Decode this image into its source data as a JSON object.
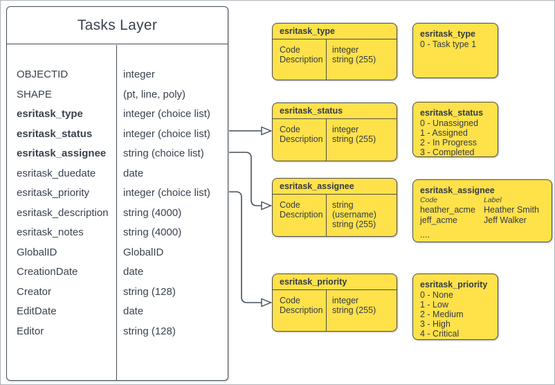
{
  "colors": {
    "shape_fill": "#ffe14a",
    "stroke": "#434d59",
    "ink": "#39424e"
  },
  "tasks_layer": {
    "title": "Tasks Layer",
    "fields": [
      {
        "name": "OBJECTID",
        "type": "integer"
      },
      {
        "name": "SHAPE",
        "type": "(pt, line, poly)"
      },
      {
        "name": "esritask_type",
        "type": "integer (choice list)"
      },
      {
        "name": "esritask_status",
        "type": "integer (choice list)"
      },
      {
        "name": "esritask_assignee",
        "type": "string (choice list)"
      },
      {
        "name": "esritask_duedate",
        "type": "date"
      },
      {
        "name": "esritask_priority",
        "type": "integer (choice list)"
      },
      {
        "name": "esritask_description",
        "type": "string (4000)"
      },
      {
        "name": "esritask_notes",
        "type": "string (4000)"
      },
      {
        "name": "GlobalID",
        "type": "GlobalID"
      },
      {
        "name": "CreationDate",
        "type": "date"
      },
      {
        "name": "Creator",
        "type": "string (128)"
      },
      {
        "name": "EditDate",
        "type": "date"
      },
      {
        "name": "Editor",
        "type": "string (128)"
      }
    ]
  },
  "domain_tables": [
    {
      "title": "esritask_type",
      "rows": [
        [
          "Code",
          "integer"
        ],
        [
          "Description",
          "string (255)"
        ]
      ]
    },
    {
      "title": "esritask_status",
      "rows": [
        [
          "Code",
          "integer"
        ],
        [
          "Description",
          "string (255)"
        ]
      ]
    },
    {
      "title": "esritask_assignee",
      "rows": [
        [
          "Code",
          "string (username)"
        ],
        [
          "Description",
          "string (255)"
        ]
      ]
    },
    {
      "title": "esritask_priority",
      "rows": [
        [
          "Code",
          "integer"
        ],
        [
          "Description",
          "string (255)"
        ]
      ]
    }
  ],
  "value_boxes": {
    "type": {
      "title": "esritask_type",
      "lines": [
        "0 - Task type 1"
      ]
    },
    "status": {
      "title": "esritask_status",
      "lines": [
        "0 - Unassigned",
        "1 - Assigned",
        "2 - In Progress",
        "3 - Completed"
      ]
    },
    "priority": {
      "title": "esritask_priority",
      "lines": [
        "0 - None",
        "1 - Low",
        "2 - Medium",
        "3 - High",
        "4 - Critical"
      ]
    },
    "assignee": {
      "title": "esritask_assignee",
      "col_headers": [
        "Code",
        "Label"
      ],
      "rows": [
        [
          "heather_acme",
          "Heather Smith"
        ],
        [
          "jeff_acme",
          "Jeff Walker"
        ]
      ],
      "ellipsis": "...."
    }
  }
}
